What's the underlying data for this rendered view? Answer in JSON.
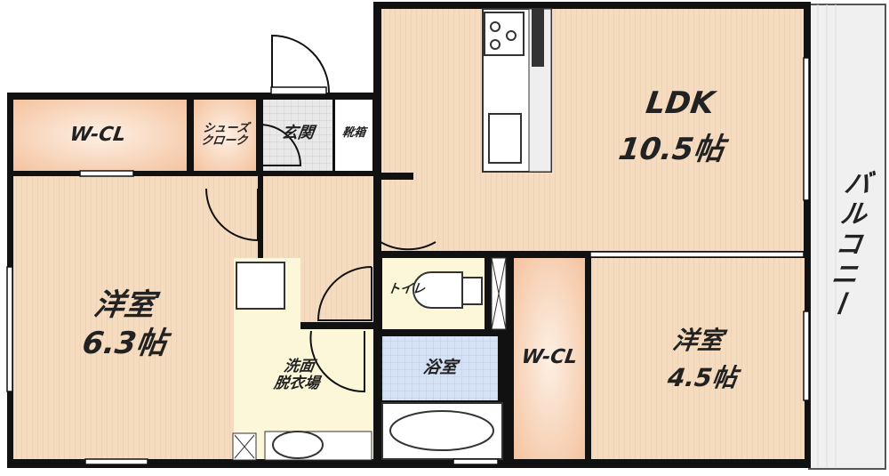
{
  "rooms": {
    "ldk": {
      "name": "LDK",
      "size": "10.5帖"
    },
    "western_1": {
      "name": "洋室",
      "size": "6.3帖"
    },
    "western_2": {
      "name": "洋室",
      "size": "4.5帖"
    },
    "wcl_1": {
      "name": "W-CL"
    },
    "wcl_2": {
      "name": "W-CL"
    },
    "shoe_cloak": {
      "name": "シューズクローク"
    },
    "entrance": {
      "name": "玄関"
    },
    "shoe_box": {
      "name": "靴箱"
    },
    "toilet": {
      "name": "トイレ"
    },
    "washroom": {
      "name": "洗面脱衣場"
    },
    "bathroom": {
      "name": "浴室"
    },
    "balcony": {
      "name": "バルコニー"
    }
  },
  "colors": {
    "wood": "#f5dcc0",
    "closet": "#f8cfb0",
    "wet": "#fbf7d8",
    "bath": "#d6e2f6",
    "entrance": "#e8e8e8",
    "wall": "#111111"
  }
}
